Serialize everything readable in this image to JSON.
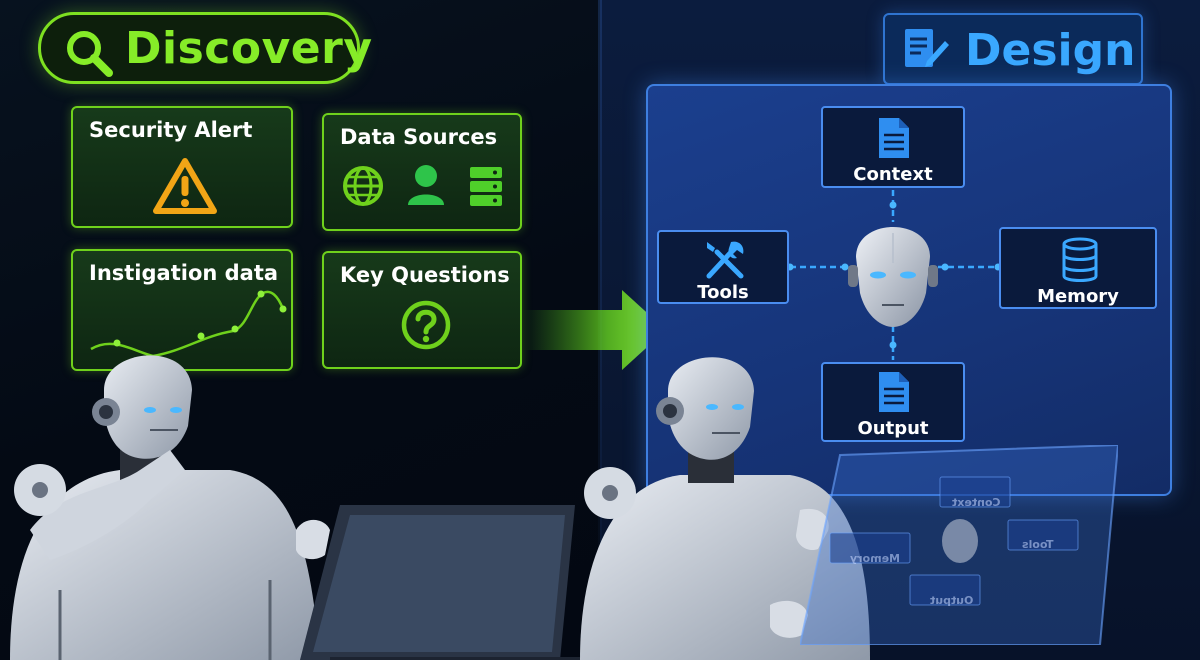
{
  "discovery": {
    "title": "Discovery",
    "cards": [
      {
        "label": "Security Alert"
      },
      {
        "label": "Data Sources"
      },
      {
        "label": "Instigation data"
      },
      {
        "label": "Key Questions"
      }
    ]
  },
  "design": {
    "title": "Design",
    "nodes": {
      "context": "Context",
      "tools": "Tools",
      "memory": "Memory",
      "output": "Output"
    }
  },
  "colors": {
    "discovery_green": "#86ec28",
    "design_blue": "#3aa8ff",
    "warning_orange": "#f2a516"
  },
  "icons": [
    "search-icon",
    "warning-icon",
    "globe-icon",
    "user-icon",
    "server-icon",
    "question-icon",
    "document-edit-icon",
    "document-icon",
    "tools-icon",
    "database-icon",
    "arrow-right-icon"
  ]
}
